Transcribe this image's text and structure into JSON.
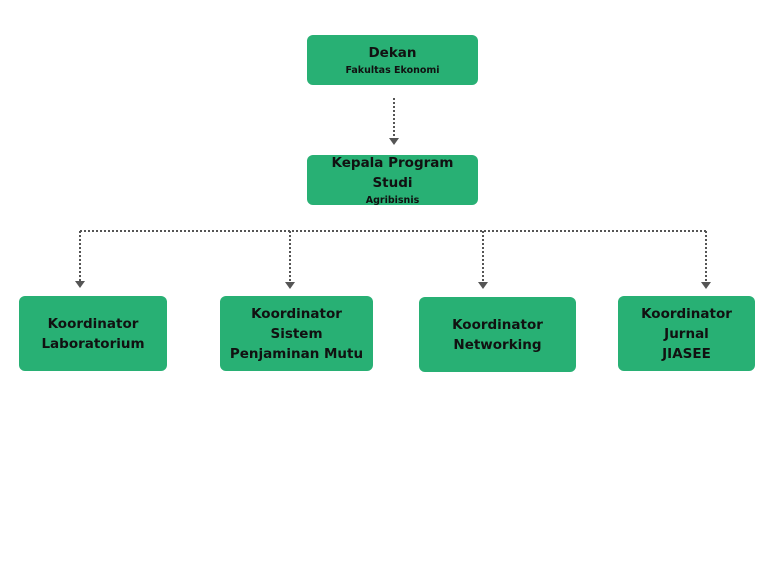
{
  "colors": {
    "node_fill": "#28b074",
    "text": "#111111",
    "connector": "#555555"
  },
  "org": {
    "top": {
      "title": "Dekan",
      "subtitle": "Fakultas Ekonomi"
    },
    "middle": {
      "title": "Kepala Program Studi",
      "subtitle": "Agribisnis"
    },
    "children": [
      {
        "line1": "Koordinator",
        "line2": "Laboratorium"
      },
      {
        "line1": "Koordinator Sistem",
        "line2": "Penjaminan Mutu"
      },
      {
        "line1": "Koordinator",
        "line2": "Networking"
      },
      {
        "line1": "Koordinator Jurnal",
        "line2": "JIASEE"
      }
    ]
  }
}
